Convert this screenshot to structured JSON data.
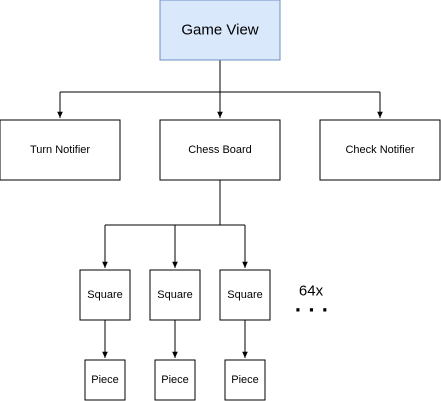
{
  "diagram": {
    "nodes": {
      "game_view": "Game View",
      "turn_notifier": "Turn Notifier",
      "chess_board": "Chess Board",
      "check_notifier": "Check Notifier",
      "squares": [
        "Square",
        "Square",
        "Square"
      ],
      "pieces": [
        "Piece",
        "Piece",
        "Piece"
      ]
    },
    "annotations": {
      "multiplier": "64x",
      "ellipsis": "· · ·"
    },
    "colors": {
      "root_fill": "#dae8fc",
      "root_stroke": "#6c8ebf",
      "node_fill": "#ffffff",
      "stroke": "#000000"
    }
  }
}
